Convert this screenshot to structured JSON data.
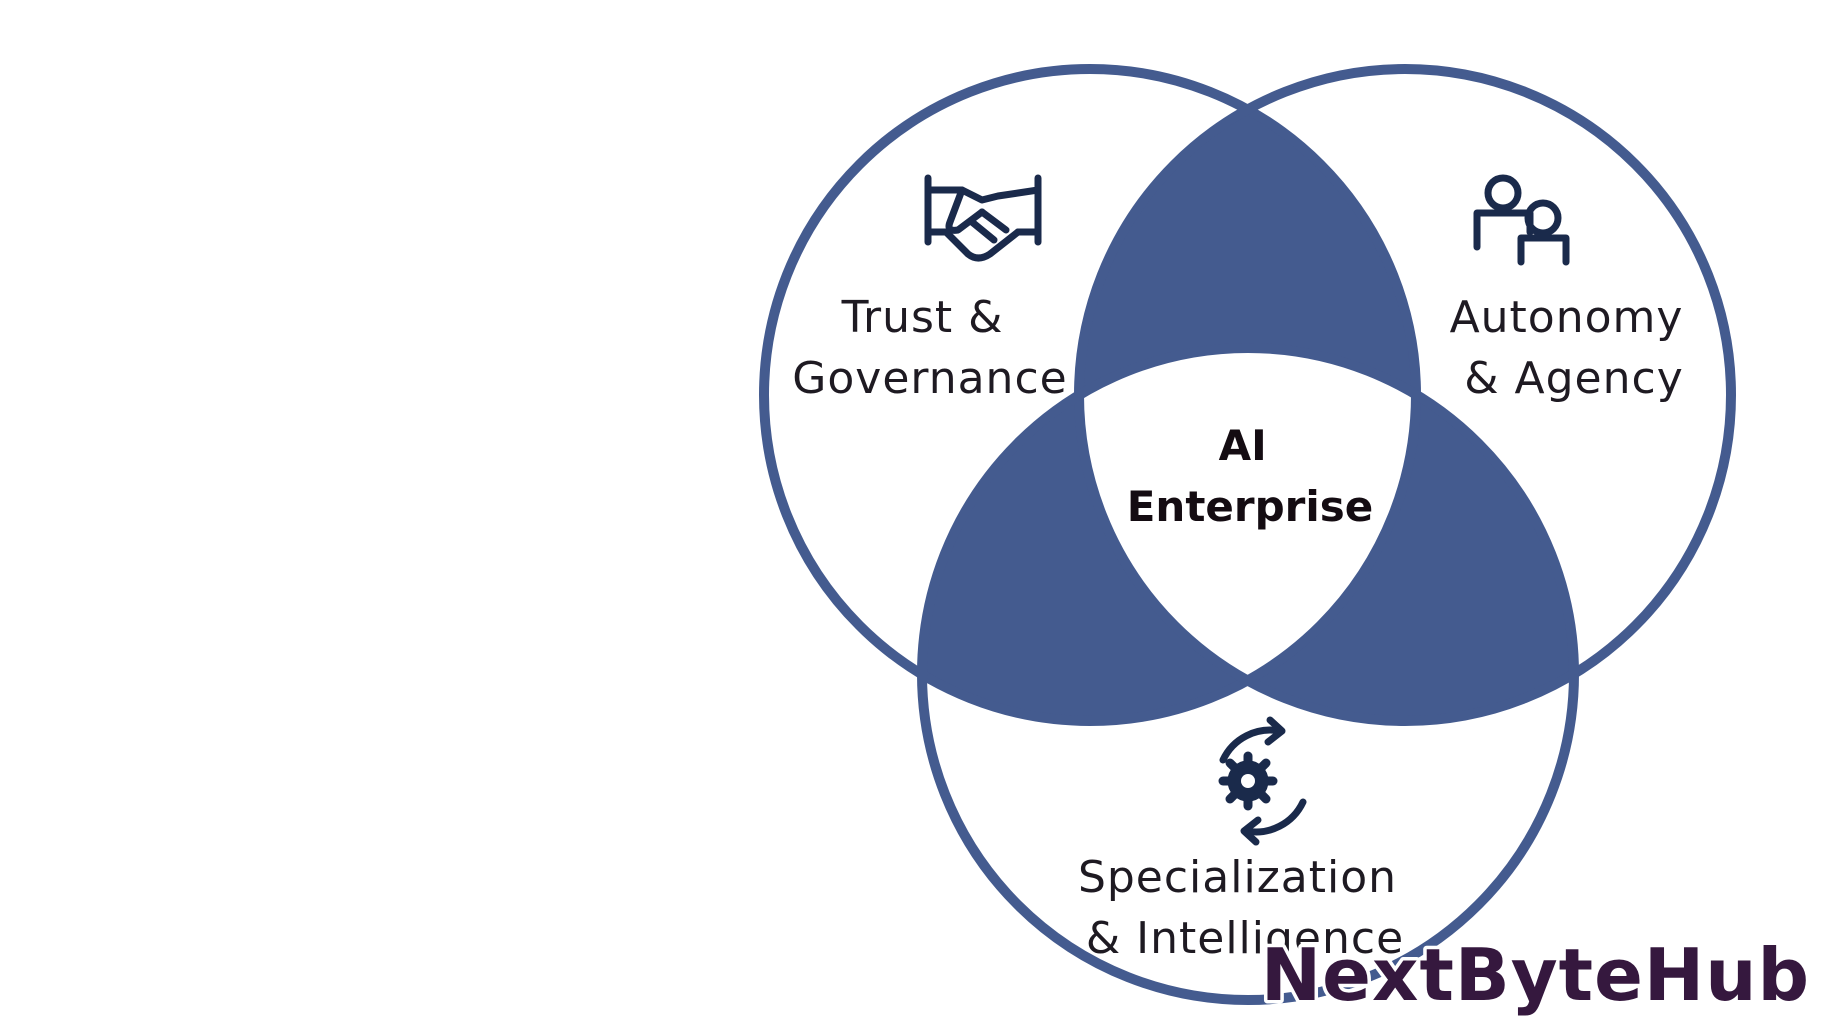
{
  "colors": {
    "accent": "#445b8f",
    "icon": "#1a2a4b",
    "text": "#1e1a22",
    "background": "#ffffff",
    "watermark": "#35183e"
  },
  "diagram": {
    "circles": [
      {
        "id": "trust",
        "label_lines": [
          "Trust &",
          "Governance"
        ],
        "icon": "handshake-icon"
      },
      {
        "id": "autonomy",
        "label_lines": [
          "Autonomy",
          "& Agency"
        ],
        "icon": "people-icon"
      },
      {
        "id": "specialization",
        "label_lines": [
          "Specialization",
          "& Intelligence"
        ],
        "icon": "gear-cycle-icon"
      }
    ],
    "center_lines": [
      "AI",
      "Enterprise"
    ]
  },
  "watermark": {
    "text": "NextByteHub"
  }
}
